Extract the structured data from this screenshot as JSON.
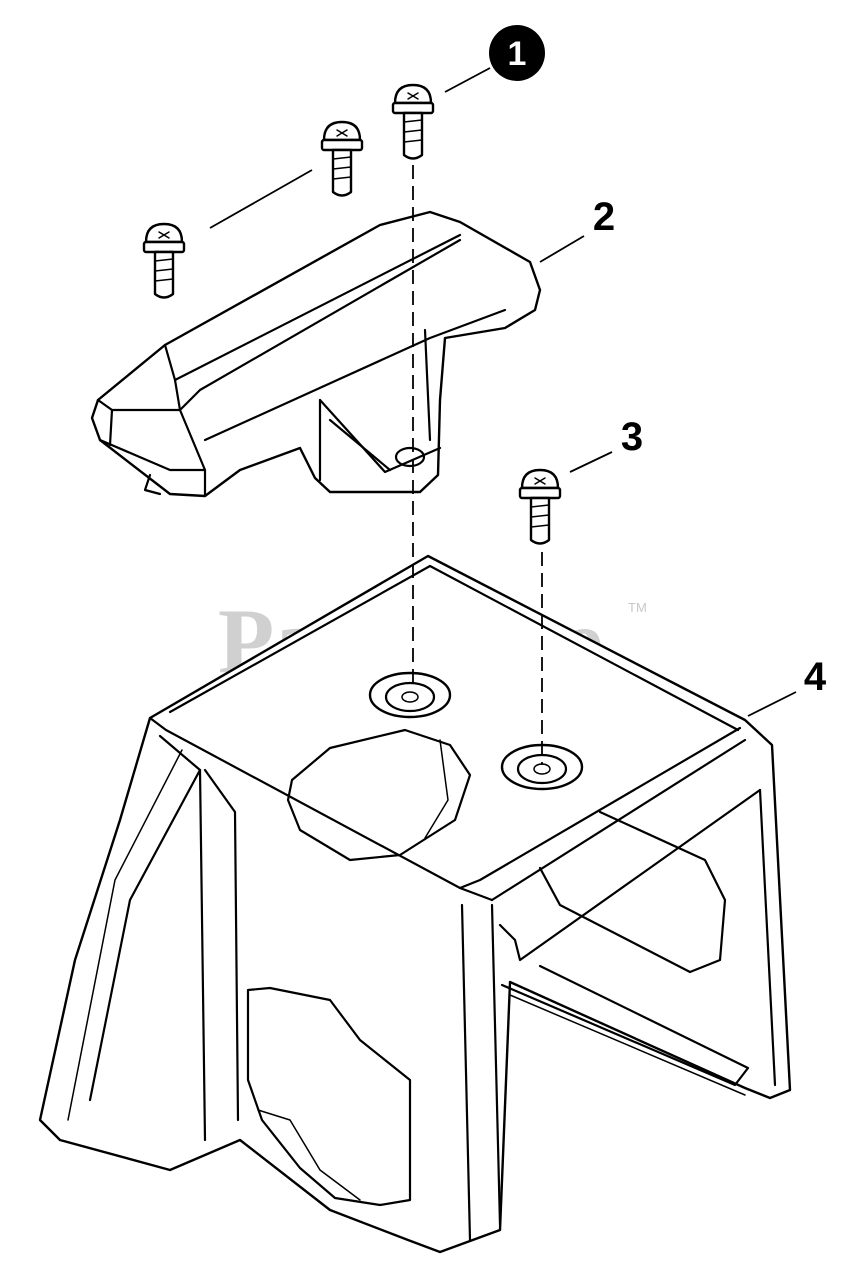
{
  "diagram": {
    "watermark": {
      "text": "PartsTree",
      "trademark": "TM"
    },
    "callouts": [
      {
        "id": "1",
        "label": "1",
        "style": "circled"
      },
      {
        "id": "2",
        "label": "2",
        "style": "plain"
      },
      {
        "id": "3",
        "label": "3",
        "style": "plain"
      },
      {
        "id": "4",
        "label": "4",
        "style": "plain"
      }
    ]
  }
}
